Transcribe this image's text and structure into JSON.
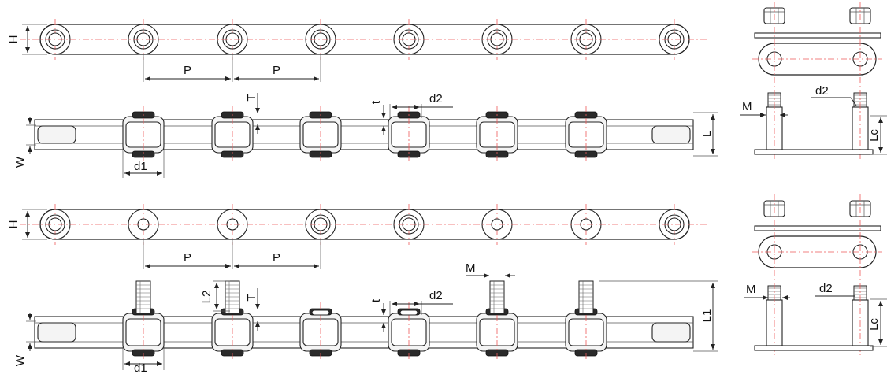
{
  "labels": {
    "H": "H",
    "P": "P",
    "T": "T",
    "t": "t",
    "d1": "d1",
    "d2": "d2",
    "W": "W",
    "L": "L",
    "L1": "L1",
    "L2": "L2",
    "M": "M",
    "Lc": "Lc"
  },
  "views": {
    "top_chain": {
      "name": "straight-pin hollow chain",
      "pitches": 7
    },
    "bottom_chain": {
      "name": "extended-pin chain with attachments",
      "pitches": 7
    }
  },
  "colors": {
    "line": "#222222",
    "centerline": "#ee5a5a",
    "background": "#ffffff"
  }
}
